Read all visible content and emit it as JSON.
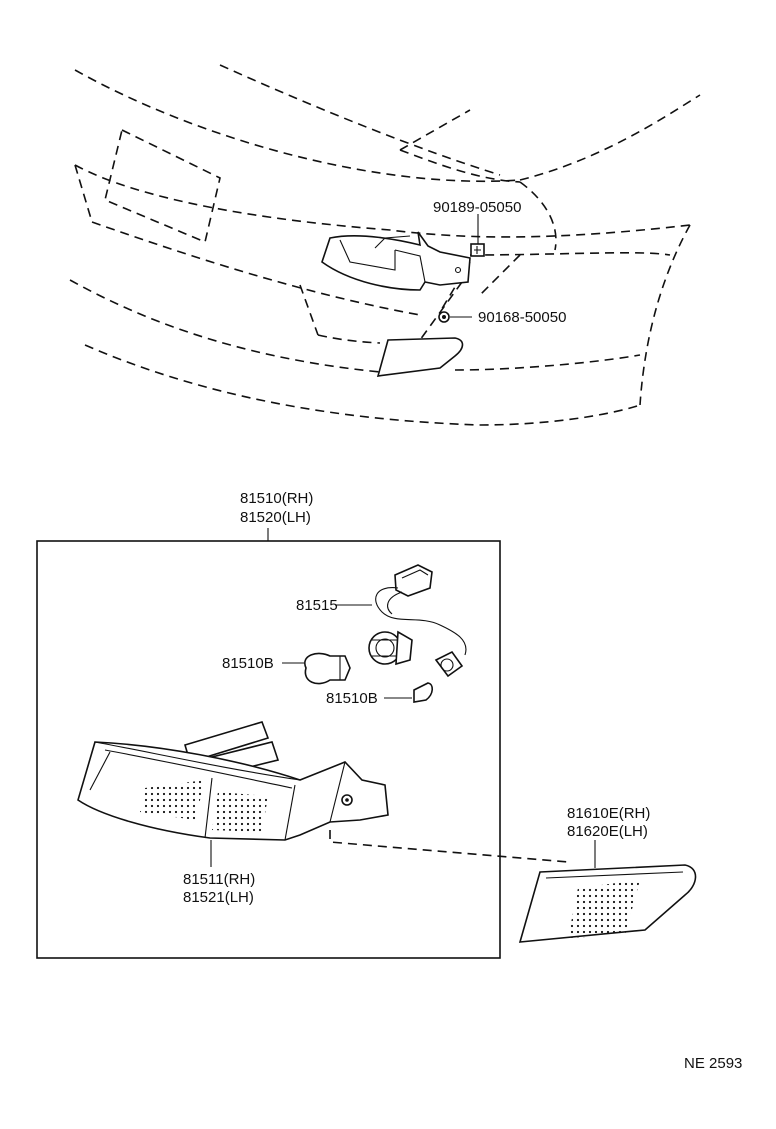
{
  "diagram": {
    "labels": {
      "clip": "90189-05050",
      "screw": "90168-50050",
      "assembly_rh": "81510(RH)",
      "assembly_lh": "81520(LH)",
      "socket_wire": "81515",
      "bulb_large": "81510B",
      "bulb_small": "81510B",
      "lens_rh": "81511(RH)",
      "lens_lh": "81521(LH)",
      "side_lamp_rh": "81610E(RH)",
      "side_lamp_lh": "81620E(LH)",
      "figure_code": "NE  2593"
    }
  }
}
